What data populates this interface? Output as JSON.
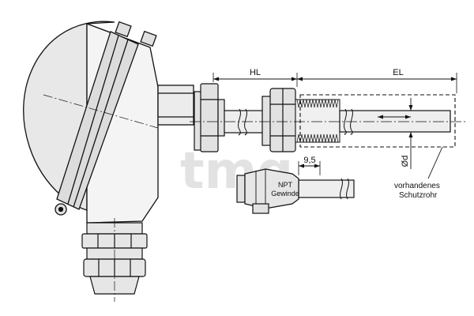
{
  "labels": {
    "hl": "HL",
    "el": "EL",
    "d_symbol": "Ød",
    "thread_length": "9,5",
    "npt_line1": "NPT",
    "npt_line2": "Gewinde",
    "existing_line1": "vorhandenes",
    "existing_line2": "Schutzrohr"
  },
  "watermark": "tmg",
  "colors": {
    "stroke": "#111111",
    "fill_light": "#e8e8e8",
    "fill_mid": "#d4d4d4",
    "rod_fill": "#eeeeee",
    "watermark": "#e2e2e2"
  }
}
